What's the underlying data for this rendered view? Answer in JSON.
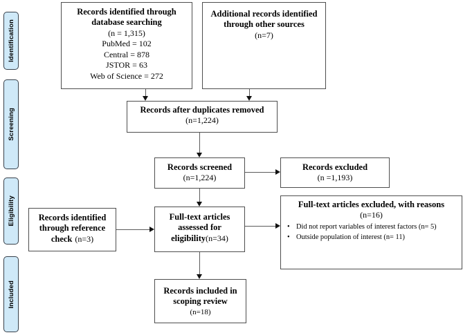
{
  "colors": {
    "stage_fill": "#cfe9f8",
    "box_border": "#4d4d4d",
    "arrow": "#121212"
  },
  "sidebar": {
    "stages": [
      {
        "label": "Identification"
      },
      {
        "label": "Screening"
      },
      {
        "label": "Eligibility"
      },
      {
        "label": "Included"
      }
    ]
  },
  "boxes": {
    "database": {
      "title": "Records identified through database searching",
      "lines": [
        "(n = 1,315)",
        "PubMed = 102",
        "Central = 878",
        "JSTOR = 63",
        "Web of Science = 272"
      ]
    },
    "additional": {
      "title": "Additional records identified through other sources",
      "count": "(n=7)"
    },
    "dedup": {
      "title": "Records after duplicates removed",
      "count": "(n=1,224)"
    },
    "screened": {
      "title": "Records screened",
      "count": "(n=1,224)"
    },
    "excluded": {
      "title": "Records excluded",
      "count": "(n =1,193)"
    },
    "reference": {
      "title": "Records identified through reference check",
      "count": "(n=3)"
    },
    "fulltext": {
      "title": "Full-text articles assessed for eligibility",
      "count": "(n=34)"
    },
    "reasons": {
      "title": "Full-text articles excluded, with reasons",
      "count": "(n=16)",
      "bullets": [
        "Did not report variables of interest factors (n= 5)",
        "Outside population of interest (n= 11)"
      ]
    },
    "included": {
      "title": "Records included in scoping review",
      "count": "(n=18)"
    }
  }
}
